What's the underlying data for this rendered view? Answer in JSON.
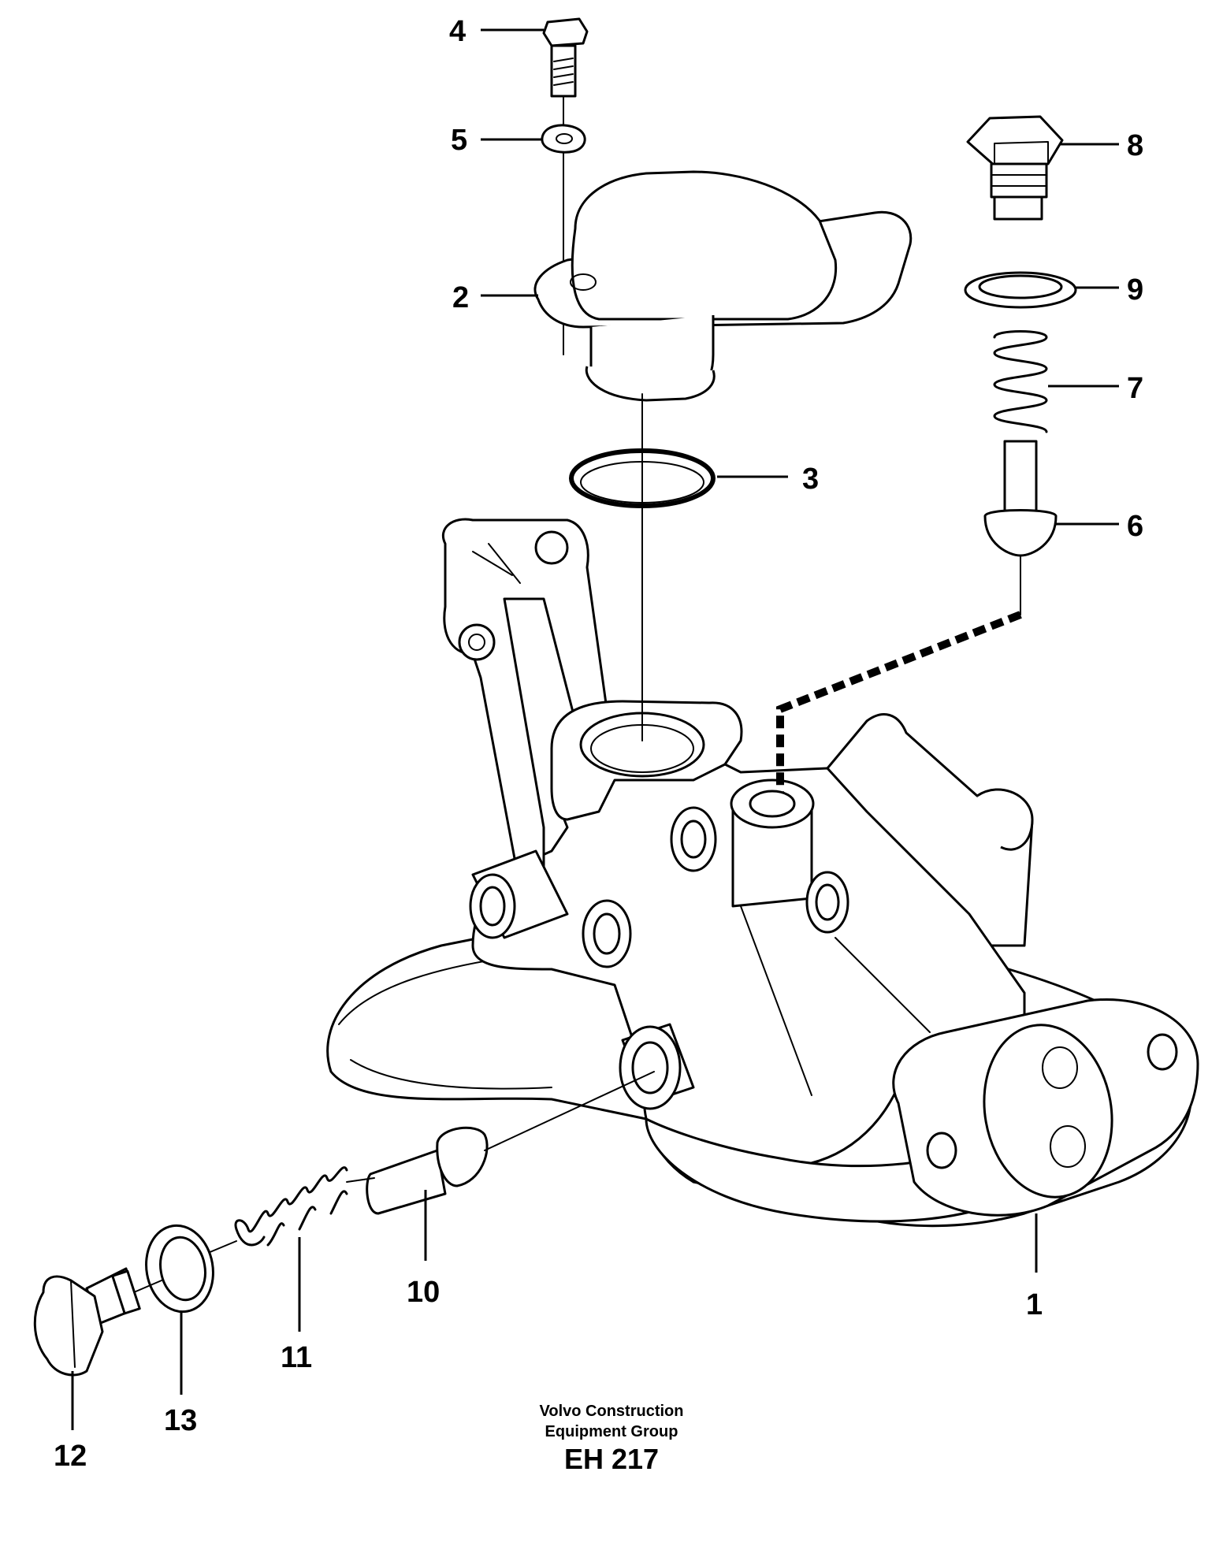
{
  "callouts": [
    "1",
    "2",
    "3",
    "4",
    "5",
    "6",
    "7",
    "8",
    "9",
    "10",
    "11",
    "12",
    "13"
  ],
  "footer": {
    "line1": "Volvo Construction",
    "line2": "Equipment Group",
    "code": "EH 217"
  }
}
